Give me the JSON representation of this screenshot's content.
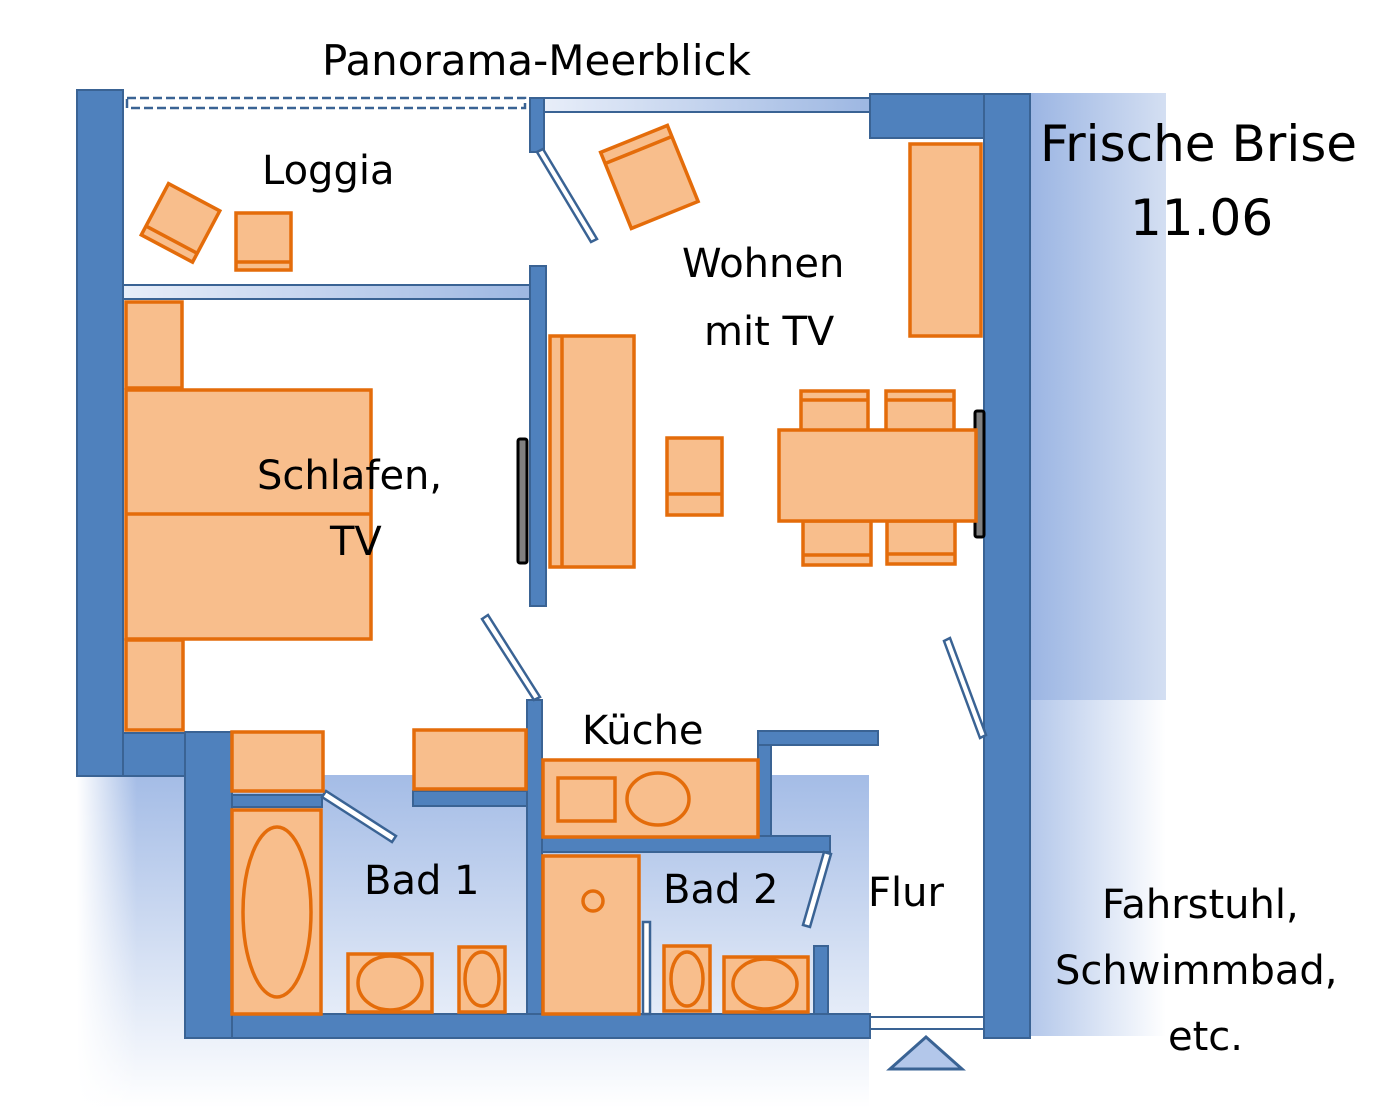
{
  "header": {
    "view_label": "Panorama-Meerblick"
  },
  "apartment": {
    "name": "Frische Brise",
    "number": "11.06"
  },
  "rooms": {
    "loggia": "Loggia",
    "living_line1": "Wohnen",
    "living_line2": "mit TV",
    "bedroom_line1": "Schlafen,",
    "bedroom_line2": "TV",
    "kitchen": "Küche",
    "bath1": "Bad 1",
    "bath2": "Bad 2",
    "hallway": "Flur"
  },
  "outside": {
    "line1": "Fahrstuhl,",
    "line2": "Schwimmbad,",
    "line3": "etc."
  },
  "colors": {
    "wall": "#4f81bd",
    "wall_stroke": "#3a6394",
    "furniture_fill": "#f8be8c",
    "furniture_stroke": "#e46c0a",
    "shade": "#9fb8e3",
    "tv": "#808080"
  }
}
